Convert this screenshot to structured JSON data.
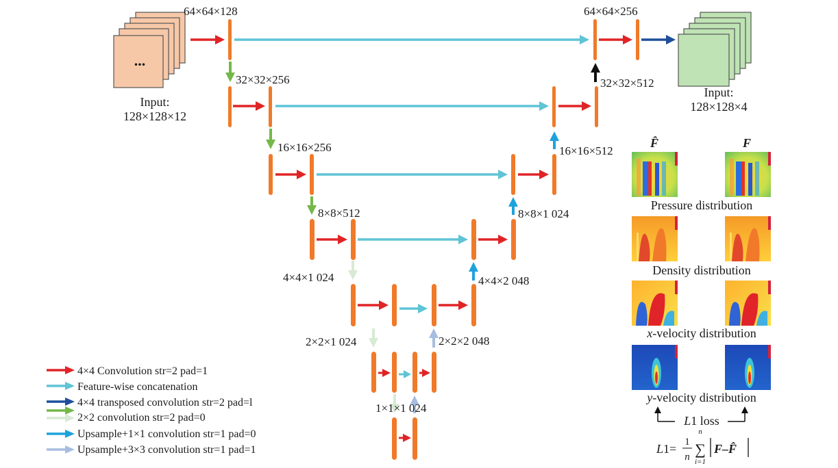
{
  "colors": {
    "layer": "#f07a2a",
    "conv": "#e02426",
    "concat": "#5fc4d6",
    "transposed": "#1f4f9c",
    "down2x2_green": "#74b84a",
    "down2x2_pale": "#d8ead3",
    "upsample1x1": "#1ea2dc",
    "upsample3x3": "#a7bde0",
    "output_black": "#111111",
    "input_stack": "#f7c8a8",
    "output_stack": "#bfe3b4"
  },
  "input": {
    "symbol": "...",
    "label_line1": "Input:",
    "label_line2": "128×128×12"
  },
  "output": {
    "label_line1": "Input:",
    "label_line2": "128×128×4"
  },
  "encoder_labels": [
    "64×64×128",
    "32×32×256",
    "16×16×256",
    "8×8×512",
    "4×4×1 024",
    "2×2×1 024",
    "1×1×1 024"
  ],
  "decoder_labels": [
    "64×64×256",
    "32×32×512",
    "16×16×512",
    "8×8×1 024",
    "4×4×2 048",
    "2×2×2 048"
  ],
  "legend": [
    {
      "text": "4×4 Convolution str=2 pad=1",
      "color_key": "conv"
    },
    {
      "text": "Feature-wise concatenation",
      "color_key": "concat"
    },
    {
      "text": "4×4 transposed convolution str=2 pad=l",
      "color_key": "transposed"
    },
    {
      "text": "2×2 convolution str=2 pad=0",
      "color_key": "down2x2_green"
    },
    {
      "text": "2×2 convolution str=2 pad=0",
      "color_key": "down2x2_pale"
    },
    {
      "text": "Upsample+1×1 convolution str=1 pad=0",
      "color_key": "upsample1x1"
    },
    {
      "text": "Upsample+3×3 convolution str=1 pad=1",
      "color_key": "upsample3x3"
    }
  ],
  "results": {
    "pred_header": "F̂",
    "true_header": "F",
    "rows": [
      {
        "caption": "Pressure distribution",
        "kind": "pressure"
      },
      {
        "caption": "Density distribution",
        "kind": "density"
      },
      {
        "caption_italic": "x",
        "caption_rest": "-velocity distribution",
        "kind": "xvel"
      },
      {
        "caption_italic": "y",
        "caption_rest": "-velocity  distribution",
        "kind": "yvel"
      }
    ],
    "loss_label_italic": "L",
    "loss_label_rest": "1   loss",
    "formula": {
      "lhs_italic": "L",
      "lhs_rest": "1=",
      "numerator": "1",
      "denominator": "n",
      "sum_symbol": "∑",
      "sum_top": "n",
      "sum_bottom": "i=1",
      "body": "F–F̂"
    }
  }
}
